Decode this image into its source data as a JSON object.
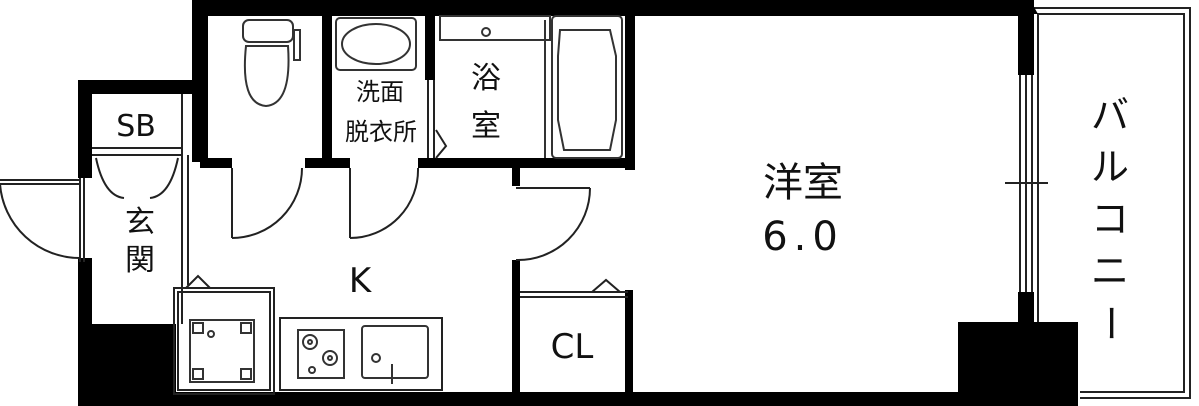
{
  "floor_plan": {
    "rooms": {
      "sb": "SB",
      "genkan": "玄関",
      "senmen_line1": "洗面",
      "senmen_line2": "脱衣所",
      "yokushitsu_line1": "浴",
      "yokushitsu_line2": "室",
      "yoshitsu_name": "洋室",
      "yoshitsu_size": "6.0",
      "kitchen": "K",
      "closet": "CL",
      "balcony": "バルコニー"
    }
  },
  "colors": {
    "wall": "#000000",
    "fixture": "#333333",
    "background": "#ffffff"
  }
}
